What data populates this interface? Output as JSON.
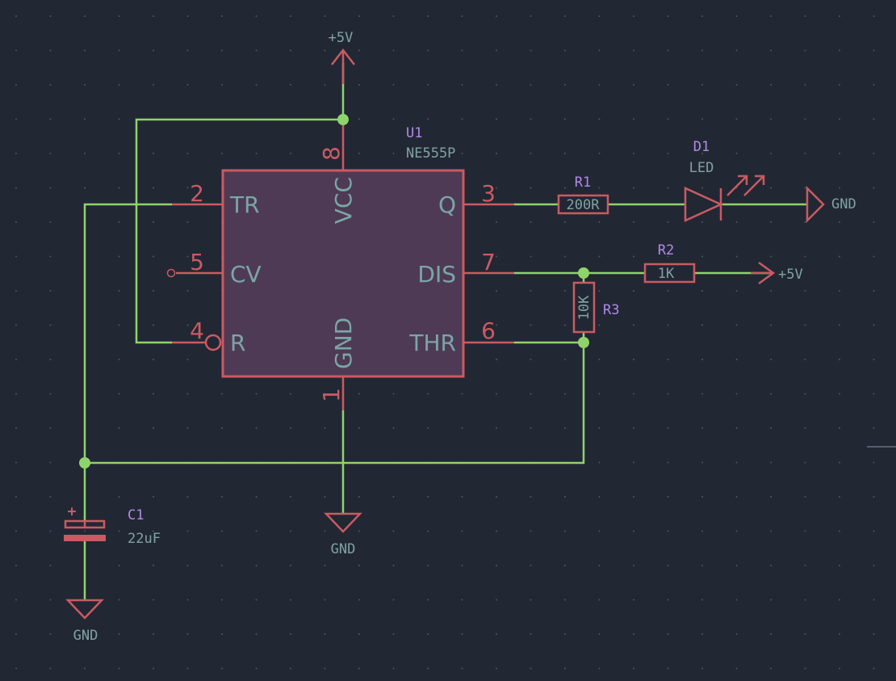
{
  "colors": {
    "background": "#222734",
    "grid_dot": "#4f5566",
    "wire": "#8fd46a",
    "symbol": "#c95b62",
    "ic_fill": "#4f3a55",
    "ref_label": "#b18ae6",
    "value_label": "#7fa3a2",
    "pin_name": "#7aa6a6",
    "pin_number": "#c95b62"
  },
  "power": {
    "vcc_top": "+5V",
    "vcc_right": "+5V",
    "gnd_ic": "GND",
    "gnd_cap": "GND",
    "gnd_led": "GND"
  },
  "u1": {
    "ref": "U1",
    "value": "NE555P",
    "pins": {
      "tr": {
        "name": "TR",
        "number": "2"
      },
      "cv": {
        "name": "CV",
        "number": "5"
      },
      "r": {
        "name": "R",
        "number": "4"
      },
      "vcc": {
        "name": "VCC",
        "number": "8"
      },
      "gnd": {
        "name": "GND",
        "number": "1"
      },
      "q": {
        "name": "Q",
        "number": "3"
      },
      "dis": {
        "name": "DIS",
        "number": "7"
      },
      "thr": {
        "name": "THR",
        "number": "6"
      }
    }
  },
  "r1": {
    "ref": "R1",
    "value": "200R"
  },
  "r2": {
    "ref": "R2",
    "value": "1K"
  },
  "r3": {
    "ref": "R3",
    "value": "10K"
  },
  "d1": {
    "ref": "D1",
    "value": "LED"
  },
  "c1": {
    "ref": "C1",
    "value": "22uF",
    "polarity": "+"
  }
}
